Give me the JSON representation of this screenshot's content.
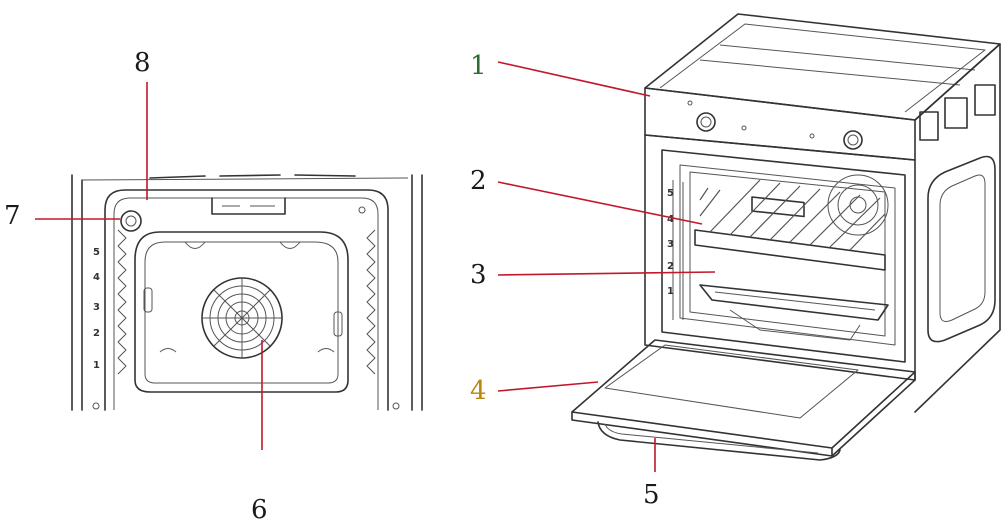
{
  "colors": {
    "leader_red": "#c2182b",
    "label_black": "#1a1a1a",
    "label_green": "#2e6b2e",
    "label_orange": "#b8860b",
    "line_dark": "#333333"
  },
  "callouts": [
    {
      "id": "1",
      "text": "1",
      "color": "#2e6b2e"
    },
    {
      "id": "2",
      "text": "2",
      "color": "#1a1a1a"
    },
    {
      "id": "3",
      "text": "3",
      "color": "#1a1a1a"
    },
    {
      "id": "4",
      "text": "4",
      "color": "#b8860b"
    },
    {
      "id": "5",
      "text": "5",
      "color": "#1a1a1a"
    },
    {
      "id": "6",
      "text": "6",
      "color": "#1a1a1a"
    },
    {
      "id": "7",
      "text": "7",
      "color": "#1a1a1a"
    },
    {
      "id": "8",
      "text": "8",
      "color": "#1a1a1a"
    }
  ],
  "shelf_levels_left": [
    "5",
    "4",
    "3",
    "2",
    "1"
  ],
  "shelf_levels_right": [
    "5",
    "4",
    "3",
    "2",
    "1"
  ]
}
